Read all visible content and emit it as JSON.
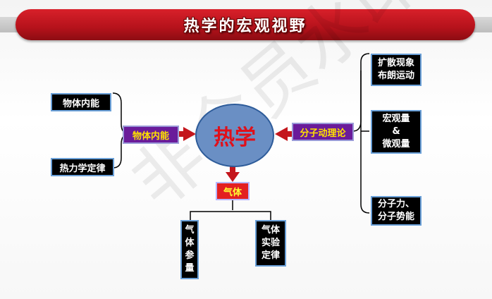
{
  "title": "热学的宏观视野",
  "center": "热学",
  "left_main": "物体内能",
  "left_items": [
    "物体内能",
    "热力学定律"
  ],
  "right_main": "分子动理论",
  "right_items": [
    [
      "扩散现象",
      "布朗运动"
    ],
    [
      "宏观量",
      "&",
      "微观量"
    ],
    [
      "分子力、",
      "分子势能"
    ]
  ],
  "bottom_main": "气体",
  "bottom_items": [
    [
      "气",
      "体",
      "参",
      "量"
    ],
    [
      "气体",
      "实验",
      "定律"
    ]
  ],
  "watermark": "非会员水印",
  "colors": {
    "accent_red": "#c4161c",
    "node_purple": "#6a1b9a",
    "node_red": "#e32020",
    "circle_blue": "#6a8fc4"
  }
}
